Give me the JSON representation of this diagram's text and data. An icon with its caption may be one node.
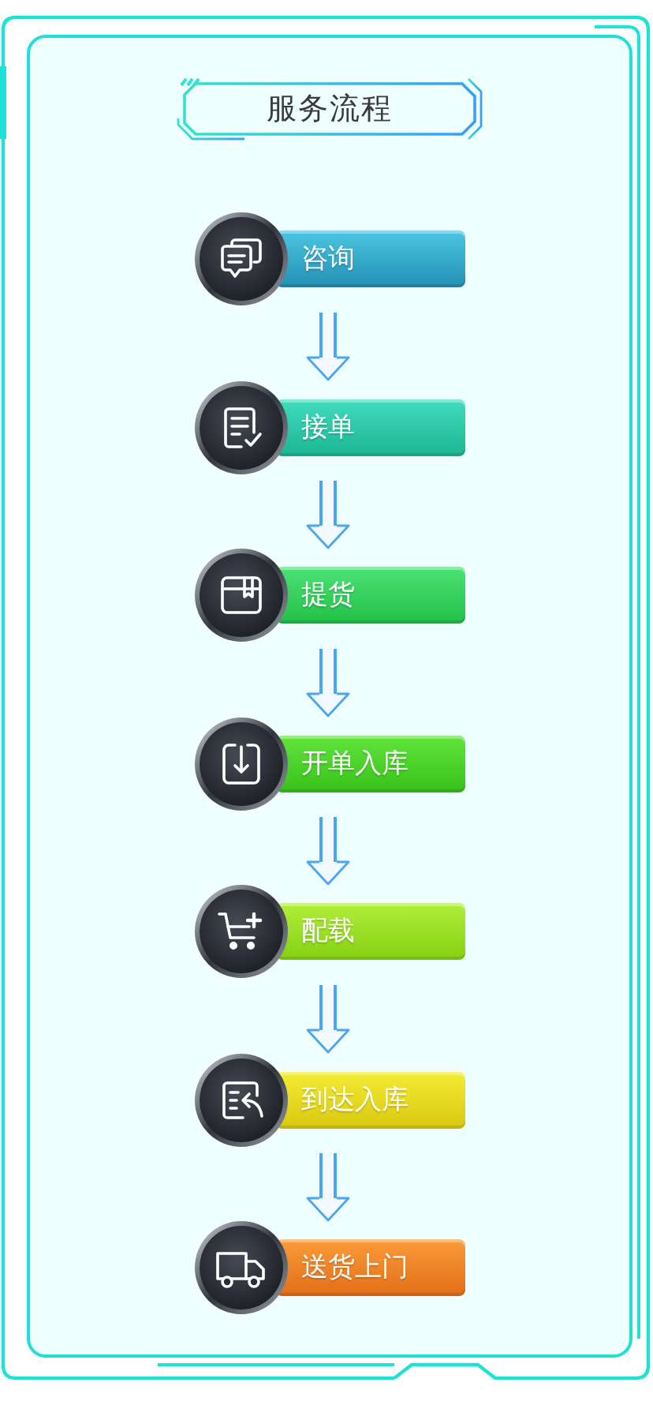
{
  "diagram": {
    "title": "服务流程",
    "nodes": [
      {
        "text": [
          "咨询"
        ]
      },
      {
        "text": [
          "接单"
        ]
      },
      {
        "text": [
          "提货"
        ]
      },
      {
        "text": [
          "开单入库"
        ]
      },
      {
        "text": [
          "配载"
        ]
      },
      {
        "text": [
          "到达入库"
        ]
      },
      {
        "text": [
          "送货上门"
        ]
      }
    ],
    "edges": [
      {
        "from": 0,
        "to": 1,
        "arrow": "to"
      },
      {
        "from": 1,
        "to": 2,
        "arrow": "to"
      },
      {
        "from": 2,
        "to": 3,
        "arrow": "to"
      },
      {
        "from": 3,
        "to": 4,
        "arrow": "to"
      },
      {
        "from": 4,
        "to": 5,
        "arrow": "to"
      },
      {
        "from": 5,
        "to": 6,
        "arrow": "to"
      }
    ]
  }
}
